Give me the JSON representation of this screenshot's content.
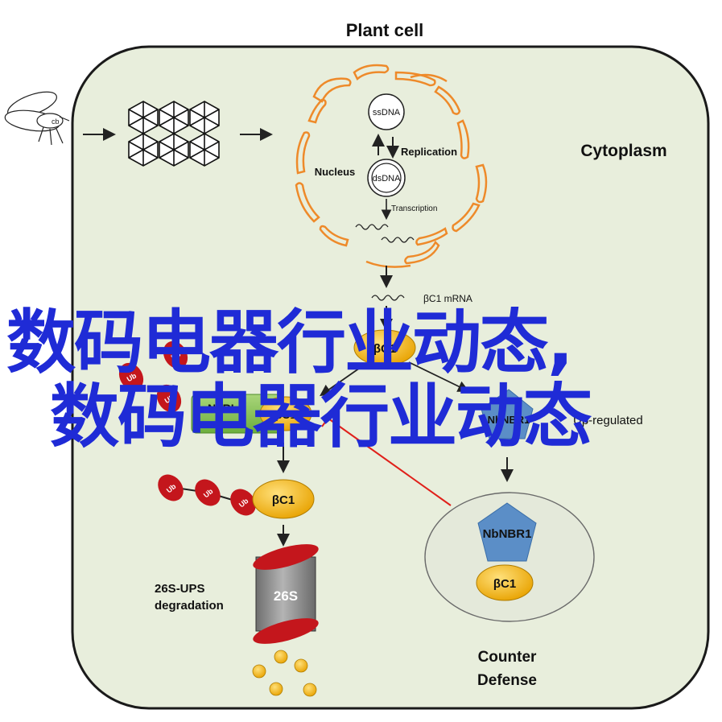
{
  "diagram": {
    "title": "Plant cell",
    "compartments": {
      "cytoplasm": "Cytoplasm",
      "nucleus": "Nucleus"
    },
    "nucleus_labels": {
      "ssdna": "ssDNA",
      "dsdna": "dsDNA",
      "replication": "Replication",
      "transcription": "Transcription"
    },
    "mrna_label": "βC1 mRNA",
    "proteins": {
      "bc1": "βC1",
      "ub": "Ub",
      "nbnbr1": "NbNBR1",
      "nbri_partial": "NbRI",
      "proteasome": "26S"
    },
    "annotations": {
      "upregulated": "Up-regulated",
      "degradation_line1": "26S-UPS",
      "degradation_line2": "degradation",
      "counter_line1": "Counter",
      "counter_line2": "Defense"
    },
    "insect_label": "cb"
  },
  "overlay": {
    "line1": "数码电器行业动态,",
    "line2": "数码电器行业动态"
  },
  "colors": {
    "cell_fill": "#e8eedc",
    "nucleus_orange": "#ee8a2a",
    "bc1_yellow": "#f4b410",
    "ub_red": "#c4161c",
    "nbnbr1_blue": "#5b8ec7",
    "overlay_blue": "#1f2bd6",
    "proteasome_gray": "#7f7f7f"
  }
}
